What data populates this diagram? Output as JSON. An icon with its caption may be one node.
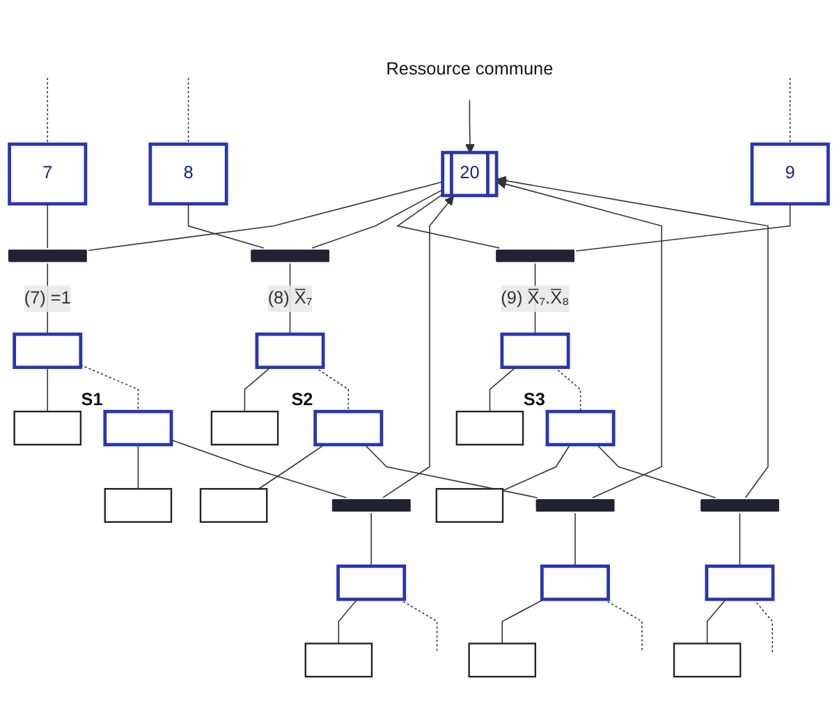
{
  "diagram": {
    "nodes": [
      {
        "text": [
          "Ressource commune"
        ]
      },
      {
        "text": [
          "7"
        ]
      },
      {
        "text": [
          "20"
        ]
      },
      {
        "text": [
          "8"
        ]
      },
      {
        "text": [
          "9"
        ]
      },
      {
        "text": [],
        "shape": "bar"
      },
      {
        "text": [],
        "shape": "bar"
      },
      {
        "text": [],
        "shape": "bar"
      },
      {
        "text": [],
        "shape": "box"
      },
      {
        "text": [],
        "shape": "box"
      },
      {
        "text": [],
        "shape": "box"
      },
      {
        "text": [],
        "shape": "box"
      },
      {
        "text": [],
        "shape": "box"
      },
      {
        "text": [],
        "shape": "box"
      },
      {
        "text": [],
        "shape": "box",
        "beside": [
          "S1"
        ]
      },
      {
        "text": [],
        "shape": "box"
      },
      {
        "text": [],
        "shape": "box",
        "beside": [
          "S2"
        ]
      },
      {
        "text": [],
        "shape": "box"
      },
      {
        "text": [],
        "shape": "box",
        "beside": [
          "S3"
        ]
      },
      {
        "text": [],
        "shape": "box"
      },
      {
        "text": [],
        "shape": "bar"
      },
      {
        "text": [],
        "shape": "bar"
      },
      {
        "text": [],
        "shape": "bar"
      },
      {
        "text": [],
        "shape": "box"
      },
      {
        "text": [],
        "shape": "box"
      },
      {
        "text": [],
        "shape": "box"
      },
      {
        "text": [],
        "shape": "box"
      },
      {
        "text": [],
        "shape": "box"
      },
      {
        "text": [],
        "shape": "box"
      }
    ],
    "edges": [
      {
        "from": 0,
        "to": 2,
        "arrow": "to"
      },
      {
        "from": null,
        "to": 1,
        "arrow": "none",
        "style": "dashed"
      },
      {
        "from": null,
        "to": 3,
        "arrow": "none",
        "style": "dashed"
      },
      {
        "from": null,
        "to": 4,
        "arrow": "none",
        "style": "dashed"
      },
      {
        "from": 1,
        "to": 5,
        "arrow": "none"
      },
      {
        "from": 2,
        "to": 5,
        "arrow": "none"
      },
      {
        "from": 2,
        "to": 6,
        "arrow": "none"
      },
      {
        "from": 2,
        "to": 7,
        "arrow": "none"
      },
      {
        "from": 3,
        "to": 6,
        "arrow": "none"
      },
      {
        "from": 4,
        "to": 7,
        "arrow": "none"
      },
      {
        "from": 5,
        "to": 8,
        "arrow": "none",
        "label": "(7) =1"
      },
      {
        "from": 6,
        "to": 10,
        "arrow": "none",
        "label": "(8) X̅₇"
      },
      {
        "from": 7,
        "to": 12,
        "arrow": "none",
        "label": "(9) X̅₇.X̅₈"
      },
      {
        "from": 8,
        "to": 9,
        "arrow": "none"
      },
      {
        "from": 10,
        "to": 11,
        "arrow": "none"
      },
      {
        "from": 12,
        "to": 13,
        "arrow": "none"
      },
      {
        "from": 8,
        "to": 14,
        "arrow": "none",
        "style": "dashed"
      },
      {
        "from": 14,
        "to": 15,
        "arrow": "none"
      },
      {
        "from": 10,
        "to": 16,
        "arrow": "none",
        "style": "dashed"
      },
      {
        "from": 16,
        "to": 17,
        "arrow": "none"
      },
      {
        "from": 12,
        "to": 18,
        "arrow": "none",
        "style": "dashed"
      },
      {
        "from": 18,
        "to": 19,
        "arrow": "none"
      },
      {
        "from": 14,
        "to": 20,
        "arrow": "none"
      },
      {
        "from": 16,
        "to": 21,
        "arrow": "none"
      },
      {
        "from": 18,
        "to": 22,
        "arrow": "none"
      },
      {
        "from": 20,
        "to": 2,
        "arrow": "to"
      },
      {
        "from": 21,
        "to": 2,
        "arrow": "to"
      },
      {
        "from": 22,
        "to": 2,
        "arrow": "to"
      },
      {
        "from": 20,
        "to": 23,
        "arrow": "none"
      },
      {
        "from": 21,
        "to": 25,
        "arrow": "none"
      },
      {
        "from": 22,
        "to": 27,
        "arrow": "none"
      },
      {
        "from": 23,
        "to": 24,
        "arrow": "none"
      },
      {
        "from": 25,
        "to": 26,
        "arrow": "none"
      },
      {
        "from": 27,
        "to": 28,
        "arrow": "none"
      },
      {
        "from": 23,
        "to": null,
        "arrow": "none",
        "style": "dashed"
      },
      {
        "from": 25,
        "to": null,
        "arrow": "none",
        "style": "dashed"
      },
      {
        "from": 27,
        "to": null,
        "arrow": "none",
        "style": "dashed"
      }
    ]
  }
}
